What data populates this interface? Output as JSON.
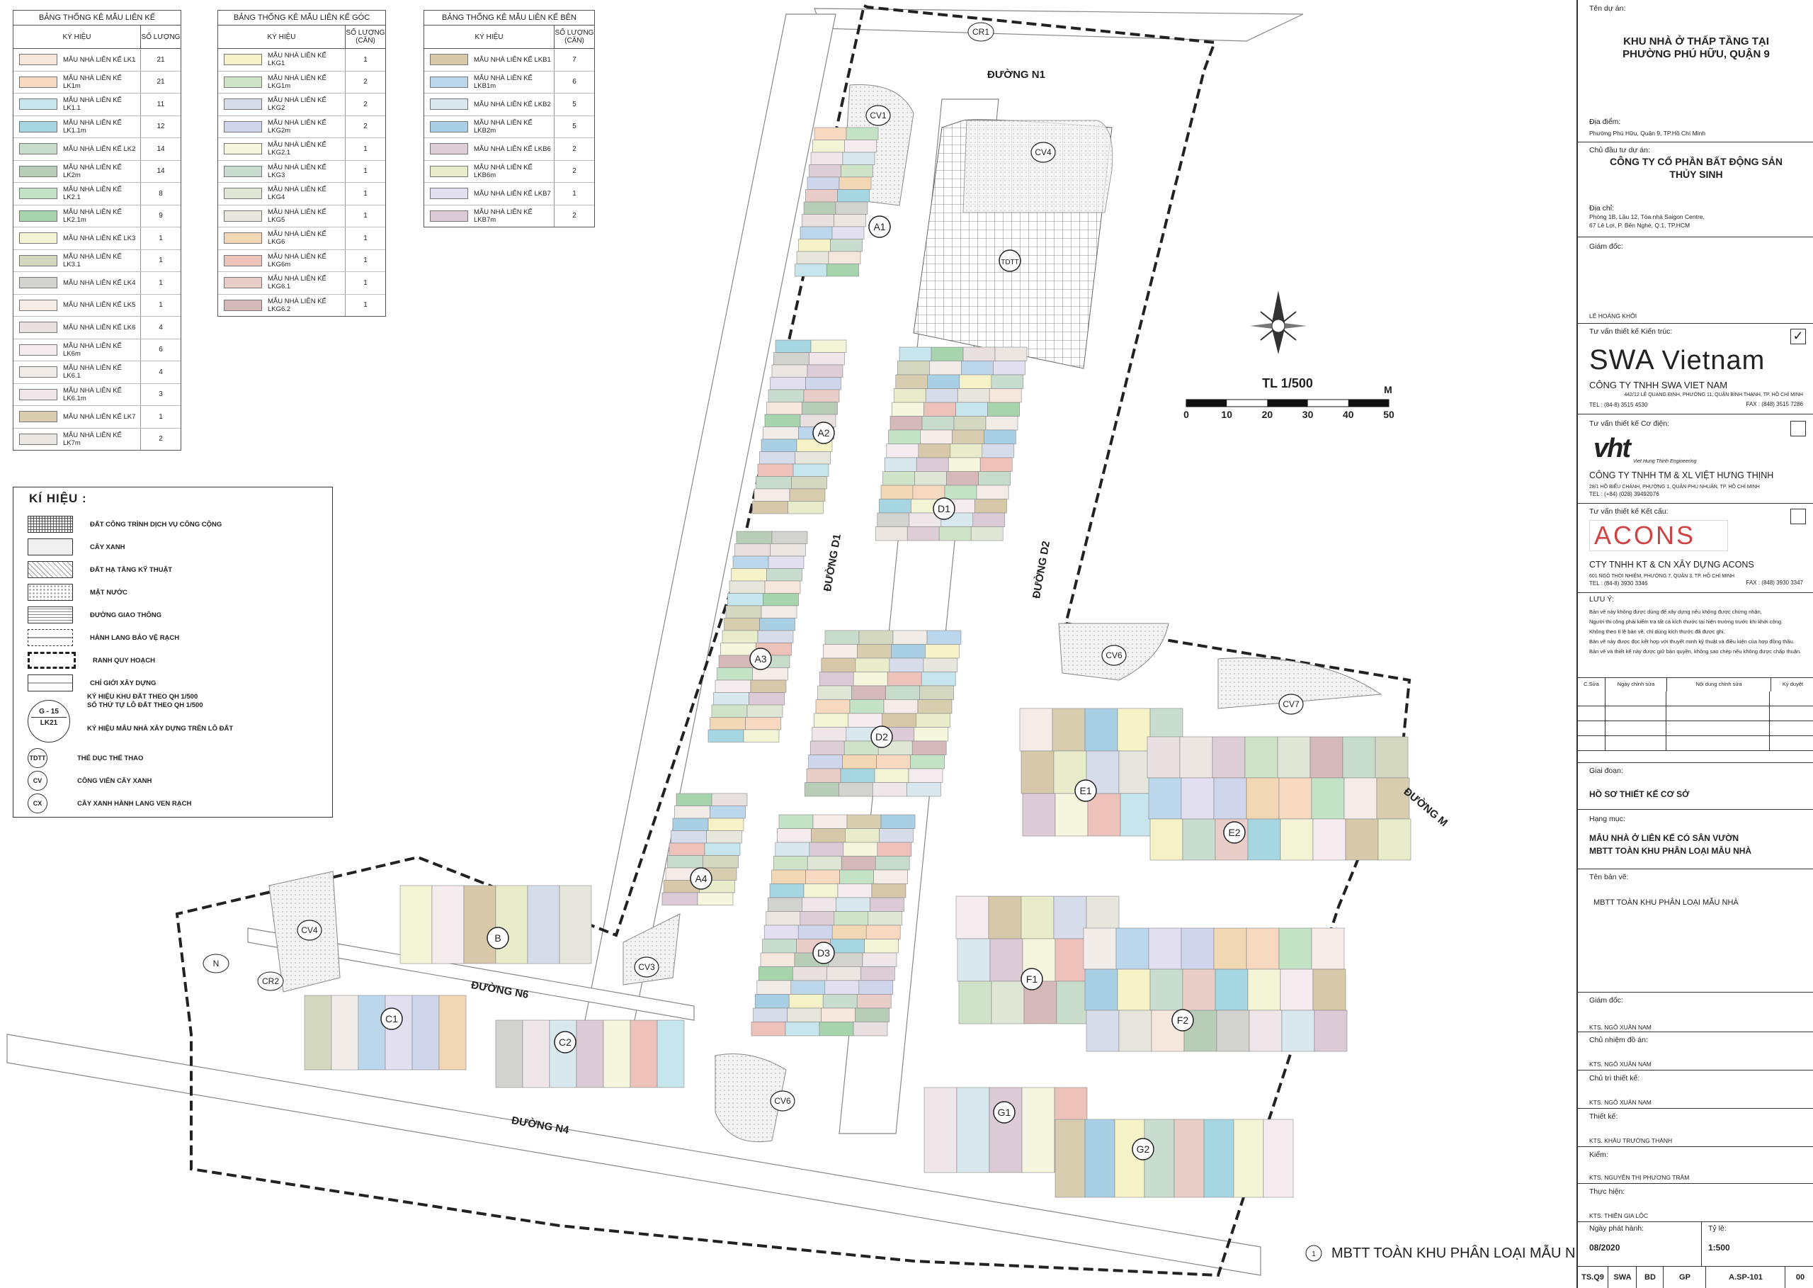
{
  "tables": {
    "lk": {
      "title": "BẢNG THỐNG KÊ MẪU LIÊN KẾ",
      "col_symbol": "KÝ HIỆU",
      "col_qty": "SỐ LƯỢNG",
      "rows": [
        {
          "name": "MẪU NHÀ LIÊN KẾ LK1",
          "qty": "21",
          "color": "#f6e7dc"
        },
        {
          "name": "MẪU NHÀ LIÊN KẾ LK1m",
          "qty": "21",
          "color": "#f6d9c0"
        },
        {
          "name": "MẪU NHÀ LIÊN KẾ LK1.1",
          "qty": "11",
          "color": "#c6e5ec"
        },
        {
          "name": "MẪU NHÀ LIÊN KẾ LK1.1m",
          "qty": "12",
          "color": "#a6d6e2"
        },
        {
          "name": "MẪU NHÀ LIÊN KẾ LK2",
          "qty": "14",
          "color": "#c8dccb"
        },
        {
          "name": "MẪU NHÀ LIÊN KẾ LK2m",
          "qty": "14",
          "color": "#b8cdb8"
        },
        {
          "name": "MẪU NHÀ LIÊN KẾ LK2.1",
          "qty": "8",
          "color": "#c4e3c6"
        },
        {
          "name": "MẪU NHÀ LIÊN KẾ LK2.1m",
          "qty": "9",
          "color": "#a7d3ad"
        },
        {
          "name": "MẪU NHÀ LIÊN KẾ LK3",
          "qty": "1",
          "color": "#f3f4d6"
        },
        {
          "name": "MẪU NHÀ LIÊN KẾ LK3.1",
          "qty": "1",
          "color": "#d4d8c0"
        },
        {
          "name": "MẪU NHÀ LIÊN KẾ LK4",
          "qty": "1",
          "color": "#d2d2cf"
        },
        {
          "name": "MẪU NHÀ LIÊN KẾ LK5",
          "qty": "1",
          "color": "#f5ece8"
        },
        {
          "name": "MẪU NHÀ LIÊN KẾ LK6",
          "qty": "4",
          "color": "#e8dfe0"
        },
        {
          "name": "MẪU NHÀ LIÊN KẾ LK6m",
          "qty": "6",
          "color": "#f4ecef"
        },
        {
          "name": "MẪU NHÀ LIÊN KẾ LK6.1",
          "qty": "4",
          "color": "#f1ece8"
        },
        {
          "name": "MẪU NHÀ LIÊN KẾ LK6.1m",
          "qty": "3",
          "color": "#efe6ea"
        },
        {
          "name": "MẪU NHÀ LIÊN KẾ LK7",
          "qty": "1",
          "color": "#d9cdb0"
        },
        {
          "name": "MẪU NHÀ LIÊN KẾ LK7m",
          "qty": "2",
          "color": "#ebe6e1"
        }
      ]
    },
    "lkg": {
      "title": "BẢNG THỐNG KÊ MẪU LIÊN KẾ GÓC",
      "col_symbol": "KÝ HIỆU",
      "col_qty": "SỐ LƯỢNG (CĂN)",
      "rows": [
        {
          "name": "MẪU NHÀ LIÊN KẾ LKG1",
          "qty": "1",
          "color": "#f6f2c8"
        },
        {
          "name": "MẪU NHÀ LIÊN KẾ LKG1m",
          "qty": "2",
          "color": "#cfe3c9"
        },
        {
          "name": "MẪU NHÀ LIÊN KẾ LKG2",
          "qty": "2",
          "color": "#d6dcea"
        },
        {
          "name": "MẪU NHÀ LIÊN KẾ LKG2m",
          "qty": "2",
          "color": "#cfd6ec"
        },
        {
          "name": "MẪU NHÀ LIÊN KẾ LKG2.1",
          "qty": "1",
          "color": "#f6f5dd"
        },
        {
          "name": "MẪU NHÀ LIÊN KẾ LKG3",
          "qty": "1",
          "color": "#c8dccf"
        },
        {
          "name": "MẪU NHÀ LIÊN KẾ LKG4",
          "qty": "1",
          "color": "#dfe6d6"
        },
        {
          "name": "MẪU NHÀ LIÊN KẾ LKG5",
          "qty": "1",
          "color": "#e6e6dd"
        },
        {
          "name": "MẪU NHÀ LIÊN KẾ LKG6",
          "qty": "1",
          "color": "#f2d7b4"
        },
        {
          "name": "MẪU NHÀ LIÊN KẾ LKG6m",
          "qty": "1",
          "color": "#ecc2bb"
        },
        {
          "name": "MẪU NHÀ LIÊN KẾ LKG6.1",
          "qty": "1",
          "color": "#e8cdc9"
        },
        {
          "name": "MẪU NHÀ LIÊN KẾ LKG6.2",
          "qty": "1",
          "color": "#d5b9b9"
        }
      ]
    },
    "lkb": {
      "title": "BẢNG THỐNG KÊ MẪU LIÊN KẾ BÊN",
      "col_symbol": "KÝ HIỆU",
      "col_qty": "SỐ LƯỢNG (CĂN)",
      "rows": [
        {
          "name": "MẪU NHÀ LIÊN KẾ LKB1",
          "qty": "7",
          "color": "#d7c8a9"
        },
        {
          "name": "MẪU NHÀ LIÊN KẾ LKB1m",
          "qty": "6",
          "color": "#bcd7ec"
        },
        {
          "name": "MẪU NHÀ LIÊN KẾ LKB2",
          "qty": "5",
          "color": "#d8e8ee"
        },
        {
          "name": "MẪU NHÀ LIÊN KẾ LKB2m",
          "qty": "5",
          "color": "#a9cfe4"
        },
        {
          "name": "MẪU NHÀ LIÊN KẾ LKB6",
          "qty": "2",
          "color": "#dccdd6"
        },
        {
          "name": "MẪU NHÀ LIÊN KẾ LKB6m",
          "qty": "2",
          "color": "#e8eccb"
        },
        {
          "name": "MẪU NHÀ LIÊN KẾ LKB7",
          "qty": "1",
          "color": "#e2dff0"
        },
        {
          "name": "MẪU NHÀ LIÊN KẾ LKB7m",
          "qty": "2",
          "color": "#dccbd6"
        }
      ]
    }
  },
  "legend": {
    "title": "KÍ HIỆU :",
    "items": [
      "ĐẤT CÔNG TRÌNH DỊCH VỤ CÔNG CỘNG",
      "CÂY XANH",
      "ĐẤT HẠ TẦNG KỸ THUẬT",
      "MẶT NƯỚC",
      "ĐƯỜNG GIAO THÔNG",
      "HÀNH LANG BẢO VỆ RẠCH",
      "RANH QUY HOẠCH",
      "CHỈ GIỚI XÂY DỰNG"
    ],
    "block_code": "G - 15",
    "lot_code": "LK21",
    "block_note1": "KÝ HIỆU KHU ĐẤT THEO QH 1/500",
    "block_note2": "SỐ THỨ TỰ LÔ ĐẤT THEO QH 1/500",
    "block_note3": "KÝ HIỆU MẪU NHÀ XÂY DỰNG TRÊN LÔ ĐẤT",
    "circles": [
      {
        "code": "TDTT",
        "text": "THỂ DỤC THỂ THAO"
      },
      {
        "code": "CV",
        "text": "CÔNG VIÊN CÂY XANH"
      },
      {
        "code": "CX",
        "text": "CÂY XANH HÀNH LANG VEN RẠCH"
      }
    ]
  },
  "map": {
    "roads": [
      "ĐƯỜNG N1",
      "ĐƯỜNG D1",
      "ĐƯỜNG D2",
      "ĐƯỜNG N6",
      "ĐƯỜNG N4",
      "ĐƯỜNG M"
    ],
    "parks": [
      "CV1",
      "CV4",
      "CV4",
      "CV3",
      "CV6",
      "CV6",
      "CV7"
    ],
    "tags": [
      "CR1",
      "CR2",
      "N"
    ],
    "blocks": [
      "A1",
      "A2",
      "A3",
      "A4",
      "D1",
      "D2",
      "D3",
      "B",
      "C1",
      "C2",
      "E1",
      "E2",
      "F1",
      "F2",
      "G1",
      "G2",
      "TDTT"
    ],
    "scale_title": "TL 1/500",
    "scale_unit": "M",
    "scale_ticks": [
      "0",
      "10",
      "20",
      "30",
      "40",
      "50"
    ],
    "caption_no": "1",
    "caption": "MBTT TOÀN KHU PHÂN LOẠI MẪU NHÀ"
  },
  "titleblock": {
    "project_label": "Tên dự án:",
    "project_name1": "KHU NHÀ Ở THẤP TẦNG TẠI",
    "project_name2": "PHƯỜNG PHÚ HỮU, QUẬN 9",
    "location_label": "Địa điểm:",
    "location": "Phường Phú Hữu, Quận 9, TP.Hồ Chí Minh",
    "owner_label": "Chủ đầu tư dự án:",
    "owner1": "CÔNG TY CỔ PHẦN BẤT ĐỘNG SẢN",
    "owner2": "THỦY SINH",
    "address_label": "Địa chỉ:",
    "address1": "Phòng 1B, Lầu 12, Tòa nhà Saigon Centre,",
    "address2": "67 Lê Lợi, P. Bến Nghé, Q.1, TP.HCM",
    "director_label": "Giám đốc:",
    "director": "LÊ HOÀNG KHÔI",
    "arch_label": "Tư vấn thiết kế Kiến trúc:",
    "arch_logo1": "SWA",
    "arch_logo2": "Vietnam",
    "arch_company": "CÔNG TY TNHH SWA VIET NAM",
    "arch_addr": "442/12 LÊ QUANG ĐỊNH, PHƯỜNG 11, QUẬN BÌNH THẠNH, TP. HỒ CHÍ MINH",
    "arch_tel": "TEL : (84-8) 3515 4530",
    "arch_fax": "FAX : (848) 3515 7286",
    "mep_label": "Tư vấn thiết kế Cơ điện:",
    "mep_logo": "vht",
    "mep_logo_sub": "Viet Hung Thinh Engineering",
    "mep_company": "CÔNG TY TNHH TM & XL VIỆT HƯNG THỊNH",
    "mep_addr": "28/1 HỒ BIỂU CHÁNH, PHƯỜNG 1, QUẬN PHÚ NHUẬN, TP. HỒ CHÍ MINH",
    "mep_tel": "TEL : (+84) (028) 39492076",
    "str_label": "Tư vấn thiết kế Kết cấu:",
    "str_logo": "ACONS",
    "str_company": "CTY TNHH KT & CN XÂY DỰNG ACONS",
    "str_addr": "601 NGÔ THỜI NHIỆM, PHƯỜNG 7, QUẬN 3, TP. HỒ CHÍ MINH",
    "str_tel": "TEL : (84-8) 3930 3346",
    "str_fax": "FAX : (848) 3930 3347",
    "notes_label": "LƯU Ý:",
    "notes": [
      "Bản vẽ này không được dùng để xây dựng nếu không được chứng nhận,",
      "Người thi công phải kiểm tra tất cả kích thước tại hiện trường trước khi khởi công.",
      "Không theo tỉ lệ bản vẽ, chỉ dùng kích thước đã được ghi.",
      "Bản vẽ này được đọc kết hợp với thuyết minh kỹ thuật và điều kiện của hợp đồng thầu.",
      "Bản vẽ và thiết kế này được giữ bản quyền, không sao chép nếu không được chấp thuận."
    ],
    "rev_cols": [
      "C.Sửa",
      "Ngày chỉnh sửa",
      "Nội dung chỉnh sửa",
      "Ký duyệt"
    ],
    "stage_label": "Giai đoạn:",
    "stage": "HỒ SƠ THIẾT KẾ CƠ SỞ",
    "item_label": "Hạng mục:",
    "item1": "MẪU NHÀ Ở LIÊN KẾ CÓ SÂN VƯỜN",
    "item2": "MBTT TOÀN KHU PHÂN LOẠI MẪU NHÀ",
    "drawing_label": "Tên bản vẽ:",
    "drawing": "MBTT TOÀN KHU PHÂN LOẠI MẪU NHÀ",
    "sign": [
      {
        "label": "Giám đốc:",
        "name": "KTS. NGÔ XUÂN NAM"
      },
      {
        "label": "Chủ nhiệm đồ án:",
        "name": "KTS. NGÔ XUÂN NAM"
      },
      {
        "label": "Chủ trì thiết kế:",
        "name": "KTS. NGÔ XUÂN NAM"
      },
      {
        "label": "Thiết kế:",
        "name": "KTS. KHÂU TRƯỜNG THÀNH"
      },
      {
        "label": "Kiểm:",
        "name": "KTS. NGUYỄN THỊ PHƯƠNG TRÂM"
      },
      {
        "label": "Thực hiện:",
        "name": "KTS. THIỀN GIA LỘC"
      }
    ],
    "date_label": "Ngày phát hành:",
    "date": "08/2020",
    "scale_label": "Tỷ lệ:",
    "scale": "1:500",
    "code_cells": [
      "TS.Q9",
      "SWA",
      "BD",
      "GP",
      "A.SP-101",
      "00"
    ],
    "checkmark": "✓"
  }
}
